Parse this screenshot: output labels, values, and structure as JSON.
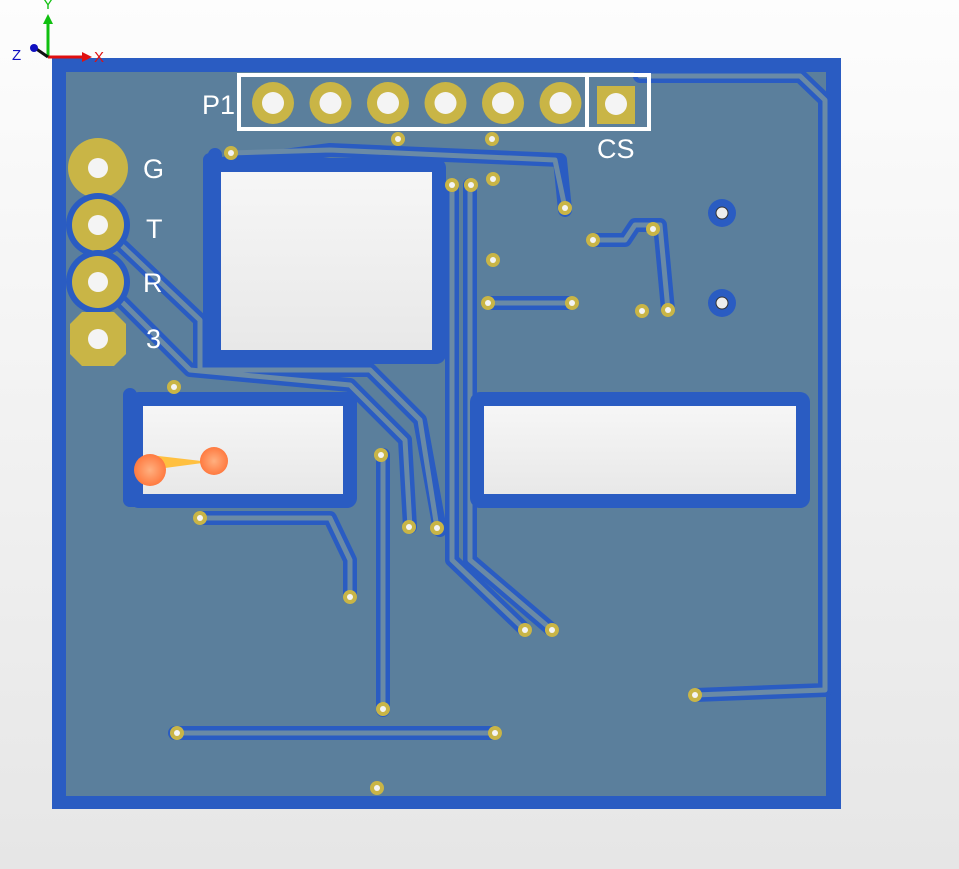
{
  "axes": {
    "x_label": "X",
    "y_label": "Y",
    "z_label": "Z"
  },
  "connector_p1": {
    "designator": "P1",
    "pin_count": 6
  },
  "jumper_cs": {
    "designator": "CS"
  },
  "side_pins": [
    {
      "label": "G"
    },
    {
      "label": "T"
    },
    {
      "label": "R"
    },
    {
      "label": "3"
    }
  ],
  "colors": {
    "board_edge": "#2a5cc2",
    "board_fill": "#5b7f9c",
    "pad": "#c9b546",
    "cutout": "#f1f1f1",
    "silkscreen": "#ffffff"
  }
}
